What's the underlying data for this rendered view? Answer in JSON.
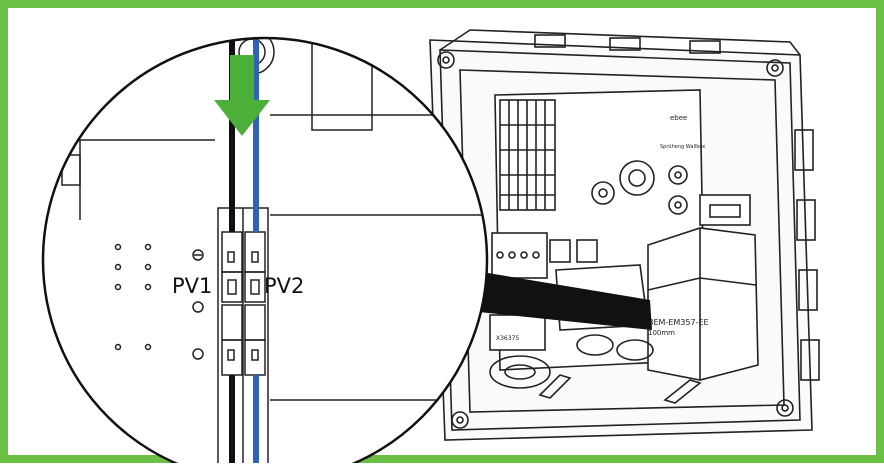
{
  "frame": {
    "border_color": "#6bbf45"
  },
  "arrow": {
    "color": "#4caf3a",
    "direction": "down"
  },
  "wires": {
    "black": "#1a1a1a",
    "blue": "#2f63b5"
  },
  "labels": {
    "pv1": "PV1",
    "pv2": "PV2",
    "meter_model": "BEM-EM357-EE",
    "meter_size": "100mm",
    "ct_label": "X36375",
    "brand_text": "Sprüheng Wallbox",
    "logo_text": "ebee"
  },
  "symbols": {
    "minus": "⊖",
    "circle": "○"
  }
}
